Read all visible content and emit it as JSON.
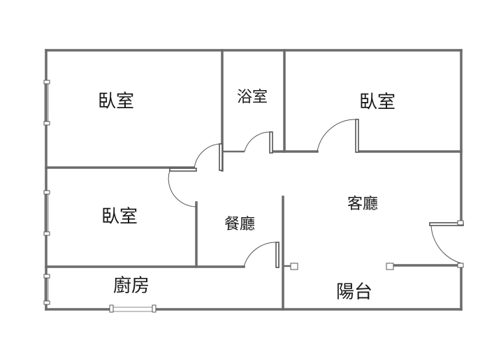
{
  "plan": {
    "rooms": [
      {
        "id": "bedroom-1",
        "label": "臥室"
      },
      {
        "id": "bathroom",
        "label": "浴室"
      },
      {
        "id": "bedroom-2",
        "label": "臥室"
      },
      {
        "id": "bedroom-3",
        "label": "臥室"
      },
      {
        "id": "dining-room",
        "label": "餐廳"
      },
      {
        "id": "living-room",
        "label": "客廳"
      },
      {
        "id": "kitchen",
        "label": "廚房"
      },
      {
        "id": "balcony",
        "label": "陽台"
      }
    ],
    "colors": {
      "wall": "#6b6b6b",
      "background": "#ffffff",
      "text": "#1a1a1a"
    }
  }
}
